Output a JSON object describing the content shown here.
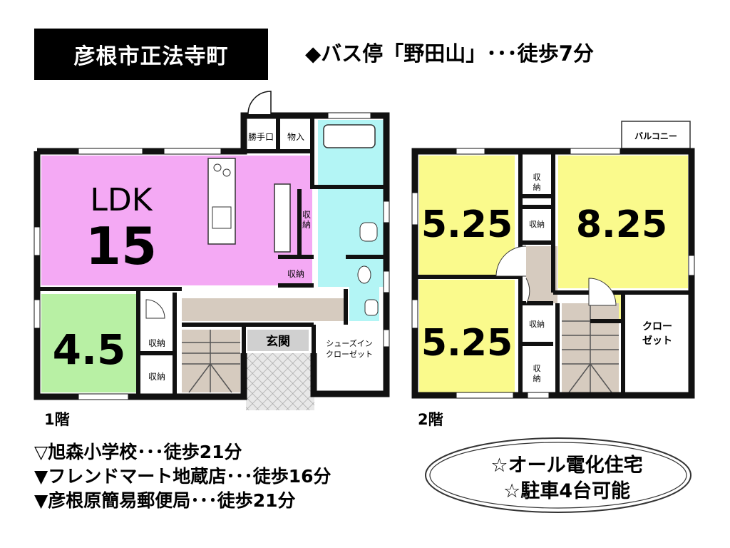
{
  "header": {
    "location": "彦根市正法寺町",
    "bus_stop": "◆バス停「野田山」･･･徒歩7分"
  },
  "floors": {
    "first": {
      "label": "1階",
      "rooms": {
        "ldk_name": "LDK",
        "ldk_size": "15",
        "washitsu_size": "4.5",
        "katteguchi": "勝手口",
        "mono_ire": "物入",
        "shuno": "収納",
        "shuno_v": "収\n納",
        "genkan": "玄関",
        "shoes_1": "シューズイン",
        "shoes_2": "クローゼット"
      }
    },
    "second": {
      "label": "2階",
      "rooms": {
        "bed_a": "5.25",
        "bed_b": "8.25",
        "bed_c": "5.25",
        "balcony": "バルコニー",
        "closet": "クロー\nゼット",
        "shuno": "収納"
      }
    }
  },
  "nearby": [
    "▽旭森小学校･･･徒歩21分",
    "▼フレンドマート地蔵店･･･徒歩16分",
    "▼彦根原簡易郵便局･･･徒歩21分"
  ],
  "features": [
    "☆オール電化住宅",
    "☆駐車4台可能"
  ],
  "colors": {
    "ldk": "#f4a9f4",
    "washitsu": "#b8f0a4",
    "bedroom": "#fafa8c",
    "water": "#b3f5f5",
    "corridor": "#d6cbbf",
    "wall": "#111111"
  }
}
